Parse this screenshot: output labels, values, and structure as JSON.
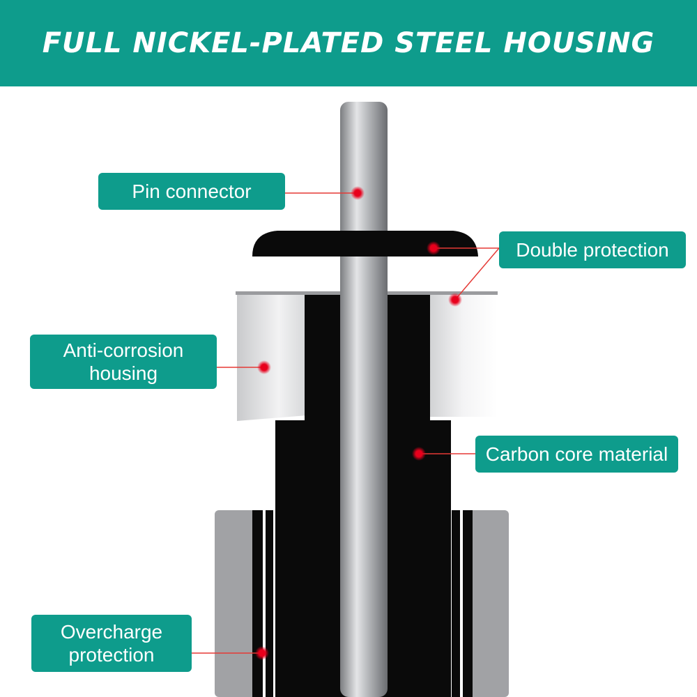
{
  "banner": {
    "title": "FULL NICKEL-PLATED STEEL HOUSING"
  },
  "labels": {
    "pin_connector": "Pin connector",
    "double_protection": "Double protection",
    "anti_corrosion_housing": "Anti-corrosion\nhousing",
    "carbon_core_material": "Carbon core material",
    "overcharge_protection": "Overcharge\nprotection"
  },
  "colors": {
    "accent": "#0e9c8c",
    "leader_line": "#e53935",
    "marker": "#e8001c",
    "carbon": "#0a0a0a",
    "outer_shell": "#9fa0a3"
  }
}
